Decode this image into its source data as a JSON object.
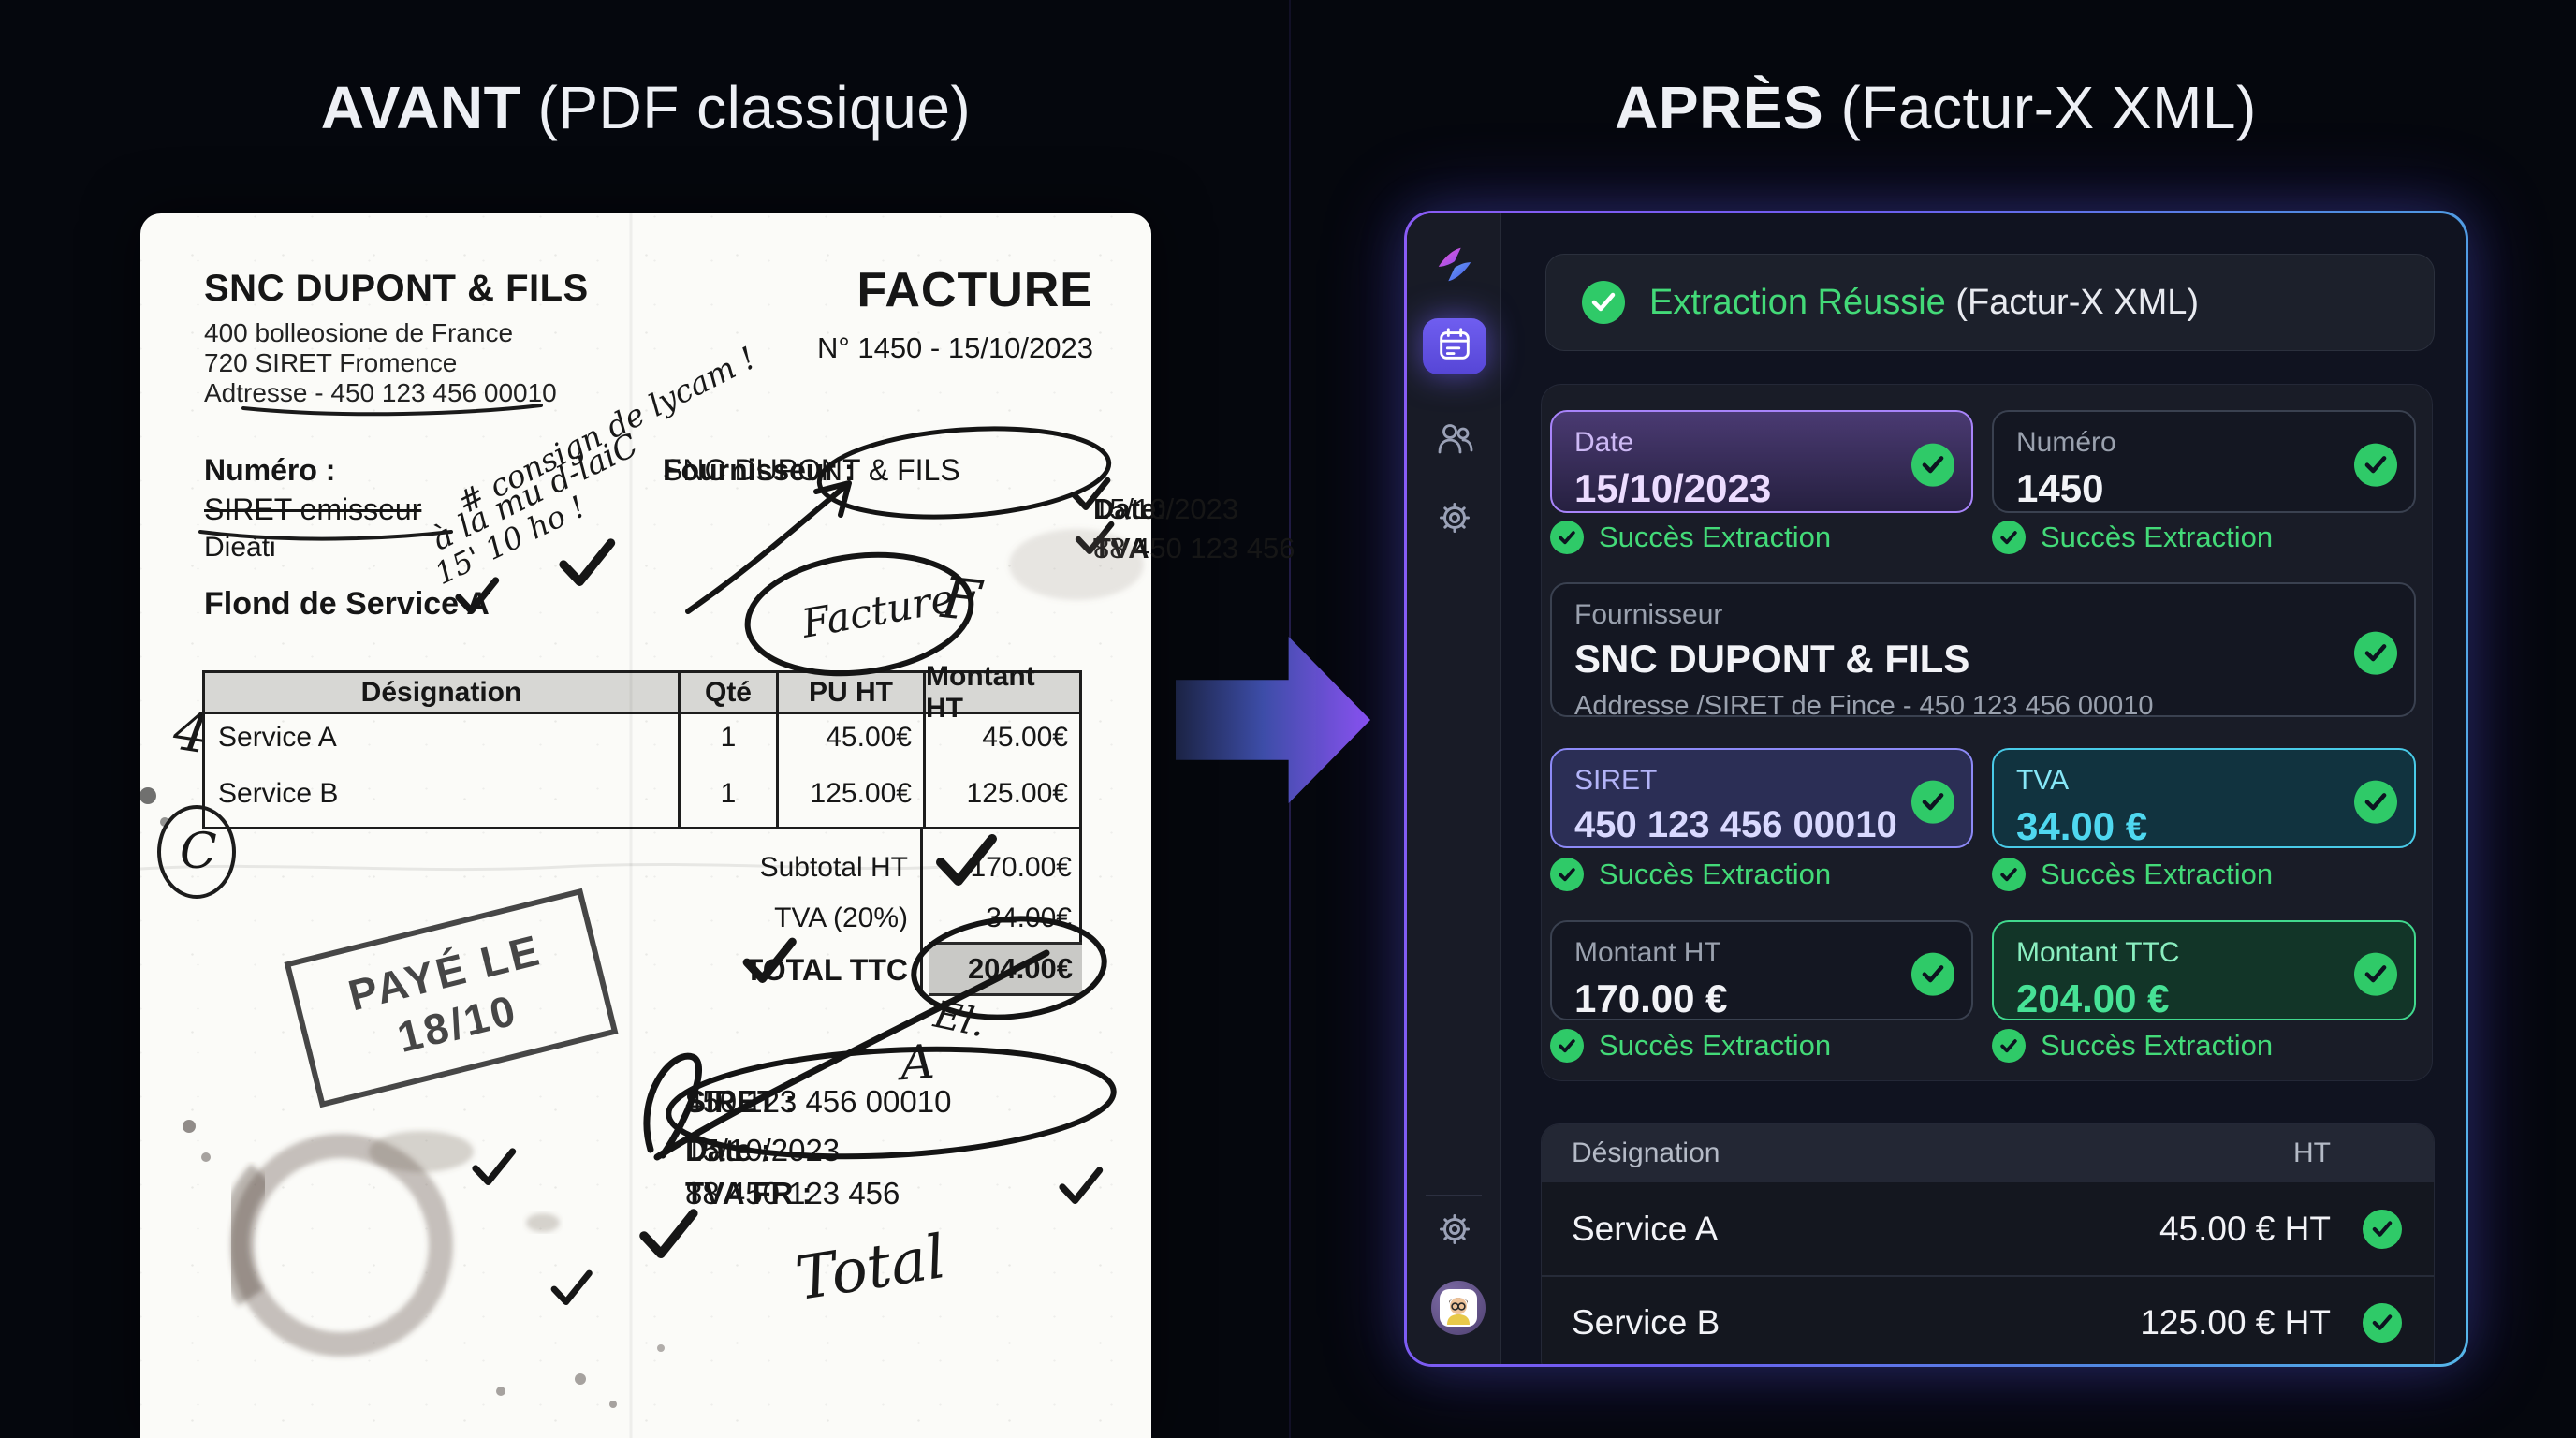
{
  "titles": {
    "before_strong": "AVANT",
    "before_rest": " (PDF classique)",
    "after_strong": "APRÈS",
    "after_rest": " (Factur-X XML)"
  },
  "invoice": {
    "company": "SNC DUPONT & FILS",
    "addr1": "400 bolleosione de France",
    "addr2": "720 SIRET Fromence",
    "addr3": "Adtresse - 450 123 456 00010",
    "doc_title": "FACTURE",
    "doc_number": "N° 1450 - 15/10/2023",
    "numero_label": "Numéro :",
    "siret_emitter": "SIRET emisseur",
    "dieati": "Dieàti",
    "flond": "Flond de Service A",
    "fournisseur_label": "Fournisseur :",
    "fournisseur_value": "SNC DUPONT & FILS",
    "date_label": "Date:",
    "date_value": "15/10/2023",
    "tva_label": "TVA",
    "tva_value": "88 450 123 456",
    "hw1": "# consign de lycam !",
    "hw2": "à la mu d-laiC",
    "hw3": "15' 10 ho !",
    "hw_facture": "Facture",
    "hw_f": "F",
    "hw_total": "Total",
    "hw_el": "El.",
    "hw_a": "A",
    "hw_4": "4",
    "hw_c": "C",
    "stamp_line1": "PAYÉ LE",
    "stamp_line2": "18/10",
    "table": {
      "headers": [
        "Désignation",
        "Qté",
        "PU HT",
        "Montant HT"
      ],
      "rows": [
        {
          "name": "Service A",
          "qty": "1",
          "pu": "45.00€",
          "amount": "45.00€"
        },
        {
          "name": "Service B",
          "qty": "1",
          "pu": "125.00€",
          "amount": "125.00€"
        }
      ],
      "subtotal_label": "Subtotal HT",
      "subtotal_value": "170.00€",
      "tva_label": "TVA (20%)",
      "tva_value": "34.00€",
      "total_label": "TOTAL TTC",
      "total_value": "204.00€"
    },
    "footer": {
      "siret_label": "SIRET :",
      "siret_value": "450 123 456 00010",
      "date_label": "Date :",
      "date_value": "15/10/2023",
      "tvafr_label": "TVA FR :",
      "tvafr_value": "88 450 123 456"
    }
  },
  "app": {
    "banner": {
      "status": "Extraction Réussie",
      "suffix": " (Factur-X XML)"
    },
    "success_label": "Succès Extraction",
    "fields": [
      {
        "label": "Date",
        "value": "15/10/2023"
      },
      {
        "label": "Numéro",
        "value": "1450"
      },
      {
        "label": "Fournisseur",
        "value": "SNC DUPONT & FILS",
        "sub": "Addresse /SIRET de Fince - 450 123 456 00010"
      },
      {
        "label": "SIRET",
        "value": "450 123 456 00010"
      },
      {
        "label": "TVA",
        "value": "34.00 €"
      },
      {
        "label": "Montant HT",
        "value": "170.00 €"
      },
      {
        "label": "Montant TTC",
        "value": "204.00 €"
      }
    ],
    "table": {
      "col_designation": "Désignation",
      "col_ht": "HT",
      "rows": [
        {
          "name": "Service A",
          "ht": "45.00 € HT"
        },
        {
          "name": "Service B",
          "ht": "125.00 € HT"
        }
      ]
    }
  },
  "colors": {
    "accent_purple": "#8a5cf6",
    "accent_blue": "#56b6ea",
    "accent_cyan": "#49cbe8",
    "accent_green": "#2fca68",
    "success_text": "#43da78"
  }
}
